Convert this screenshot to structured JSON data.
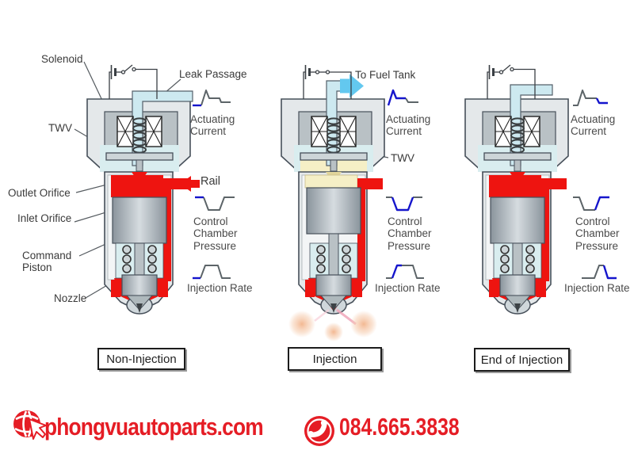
{
  "diagram": {
    "title_semantic": "Common-rail fuel injector operation stages",
    "stages": [
      {
        "id": "non-injection",
        "caption": "Non-Injection"
      },
      {
        "id": "injection",
        "caption": "Injection"
      },
      {
        "id": "end-of-injection",
        "caption": "End of Injection"
      }
    ],
    "labels": {
      "solenoid": "Solenoid",
      "twv": "TWV",
      "leak_passage": "Leak Passage",
      "to_fuel_tank": "To Fuel Tank",
      "outlet_orifice": "Outlet Orifice",
      "inlet_orifice": "Inlet Orifice",
      "command_piston": "Command Piston",
      "nozzle": "Nozzle",
      "rail": "Rail"
    },
    "waveform_labels": {
      "actuating_current": "Actuating Current",
      "control_chamber_pressure": "Control Chamber Pressure",
      "injection_rate": "Injection Rate"
    }
  },
  "colors": {
    "fuel_red": "#ee1410",
    "highlight_blue": "#1515cc",
    "waveform_gray": "#5c6468",
    "body_gray": "#e4e8ea",
    "chamber_cyan": "#d9edef",
    "pipe_cyan": "#cde9f0",
    "low_pressure_yellow": "#f5efc6",
    "footer_red": "#e51d25"
  },
  "footer": {
    "website": "phongvuautoparts.com",
    "phone": "084.665.3838"
  }
}
